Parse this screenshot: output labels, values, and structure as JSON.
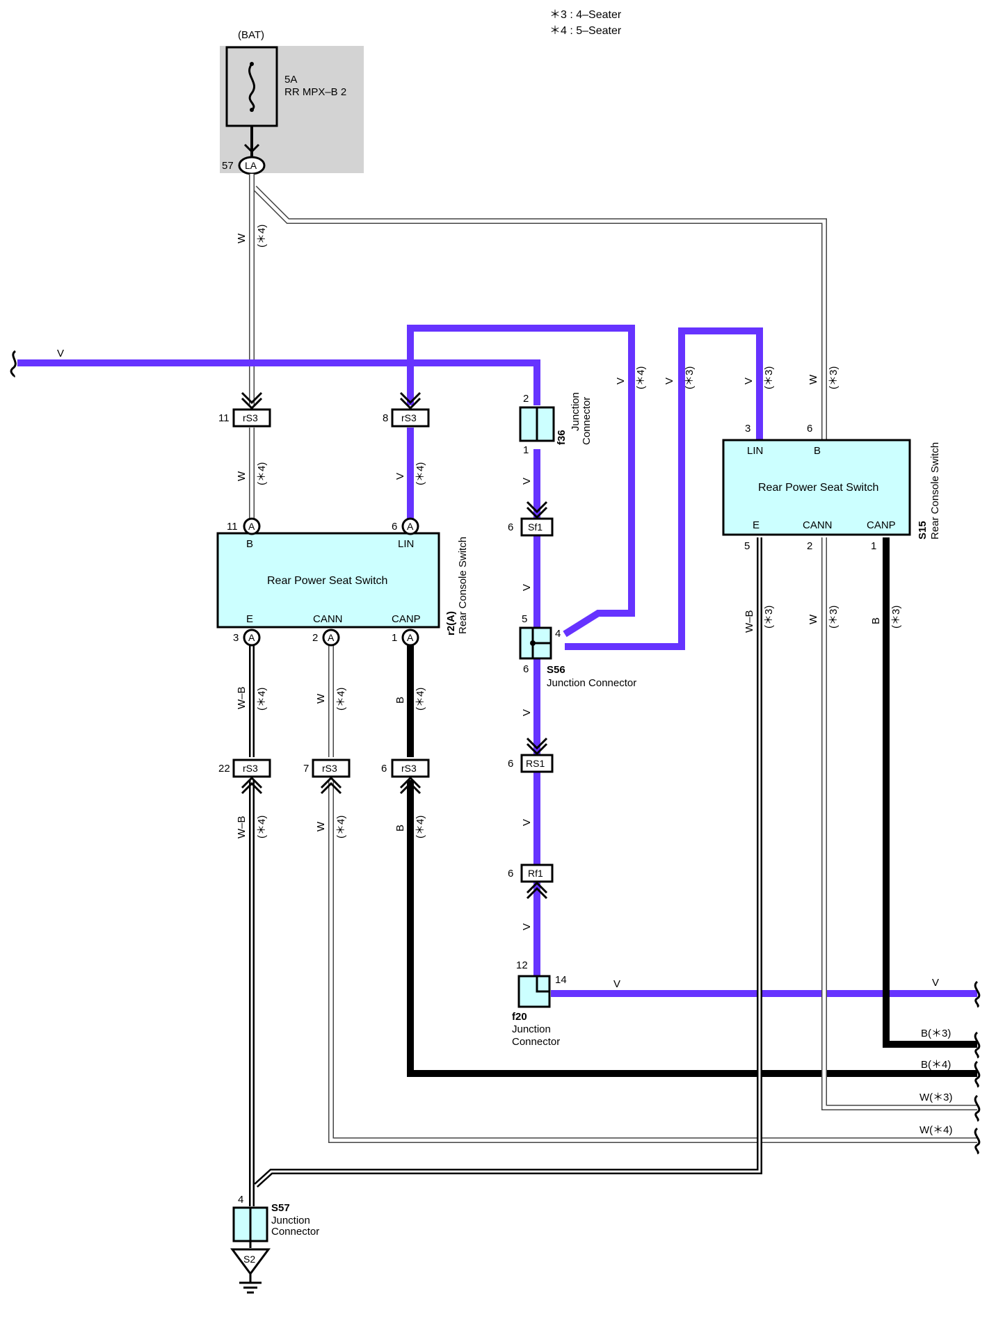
{
  "notes": [
    "＊3 : 4–Seater",
    "＊4 : 5–Seater"
  ],
  "fuse": {
    "source": "(BAT)",
    "rating": "5A",
    "name": "RR MPX–B 2",
    "pin": "57",
    "connector": "LA"
  },
  "wire_labels": {
    "v": "V",
    "w": "W",
    "b": "B",
    "wb": "W–B",
    "s3": "(＊3)",
    "s4": "(＊4)"
  },
  "connectors": {
    "rs3": "rS3",
    "sf1": "Sf1",
    "rs1": "RS1",
    "rf1": "Rf1",
    "a": "A",
    "s2": "S2"
  },
  "pins": {
    "p11": "11",
    "p8": "8",
    "p6": "6",
    "p3": "3",
    "p2": "2",
    "p1": "1",
    "p22": "22",
    "p7": "7",
    "p5": "5",
    "p4": "4",
    "p12": "12",
    "p14": "14"
  },
  "switch_left": {
    "title": "Rear Power Seat Switch",
    "id": "r2(A)",
    "caption": "Rear Console Switch",
    "terms": {
      "b": "B",
      "lin": "LIN",
      "e": "E",
      "cann": "CANN",
      "canp": "CANP"
    }
  },
  "switch_right": {
    "title": "Rear Power Seat Switch",
    "id": "S15",
    "caption": "Rear Console Switch",
    "terms": {
      "lin": "LIN",
      "b": "B",
      "e": "E",
      "cann": "CANN",
      "canp": "CANP"
    }
  },
  "junctions": {
    "f36": {
      "id": "f36",
      "line1": "Junction",
      "line2": "Connector"
    },
    "s56": {
      "id": "S56",
      "name": "Junction Connector"
    },
    "f20": {
      "id": "f20",
      "line1": "Junction",
      "line2": "Connector"
    },
    "s57": {
      "id": "S57",
      "line1": "Junction",
      "line2": "Connector"
    }
  },
  "right_outputs": [
    "V",
    "B(＊3)",
    "B(＊4)",
    "W(＊3)",
    "W(＊4)"
  ],
  "colors": {
    "violet": "#6633ff",
    "connector_fill": "#ccffff",
    "fuse_bg": "#d3d3d3"
  }
}
